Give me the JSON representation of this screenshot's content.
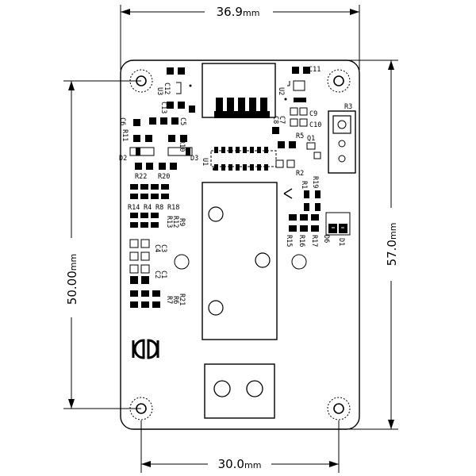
{
  "dimensions": {
    "top_width": {
      "value": "36.9",
      "unit": "mm"
    },
    "bottom_width": {
      "value": "30.0",
      "unit": "mm"
    },
    "left_height": {
      "value": "50.00",
      "unit": "mm"
    },
    "right_height": {
      "value": "57.0",
      "unit": "mm"
    }
  },
  "designators": {
    "c12": "C12",
    "u3": "U3",
    "c13": "C13",
    "c11": "C11",
    "u2": "U2",
    "c9": "C9",
    "c10": "C10",
    "r3": "R3",
    "c6": "C6",
    "c5": "C5",
    "c8": "C8",
    "c7": "C7",
    "r11": "R11",
    "r10": "R10",
    "d2": "D2",
    "d3": "D3",
    "r5": "R5",
    "q1": "Q1",
    "u1": "U1",
    "r22": "R22",
    "r20": "R20",
    "r2": "R2",
    "r1": "R1",
    "r19": "R19",
    "r14": "R14",
    "r4": "R4",
    "r8": "R8",
    "r18": "R18",
    "r13": "R13",
    "r12": "R12",
    "r9": "R9",
    "r15": "R15",
    "r16": "R16",
    "r17": "R17",
    "d6": "D6",
    "d1": "D1",
    "c4": "C4",
    "c3": "C3",
    "c2": "C2",
    "c1": "C1",
    "r7": "R7",
    "r6": "R6",
    "r21": "R21"
  }
}
